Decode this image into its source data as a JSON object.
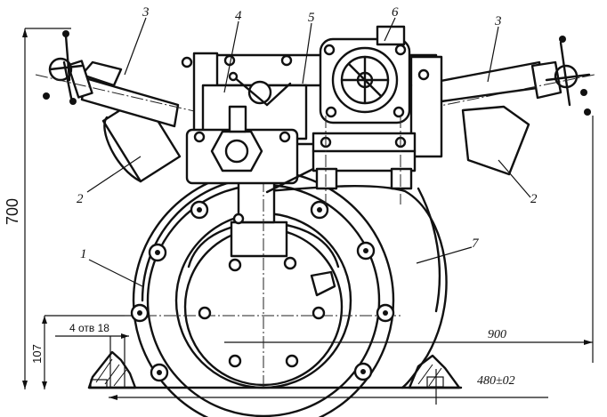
{
  "labels": {
    "part_1": "1",
    "part_2_left": "2",
    "part_2_right": "2",
    "part_3_left": "3",
    "part_3_right": "3",
    "part_4": "4",
    "part_5": "5",
    "part_6": "6",
    "part_7": "7"
  },
  "dimensions": {
    "height_total": "700",
    "height_axis": "107",
    "holes": "4 отв 18",
    "width_outlets": "900",
    "width_base": "480±02"
  }
}
